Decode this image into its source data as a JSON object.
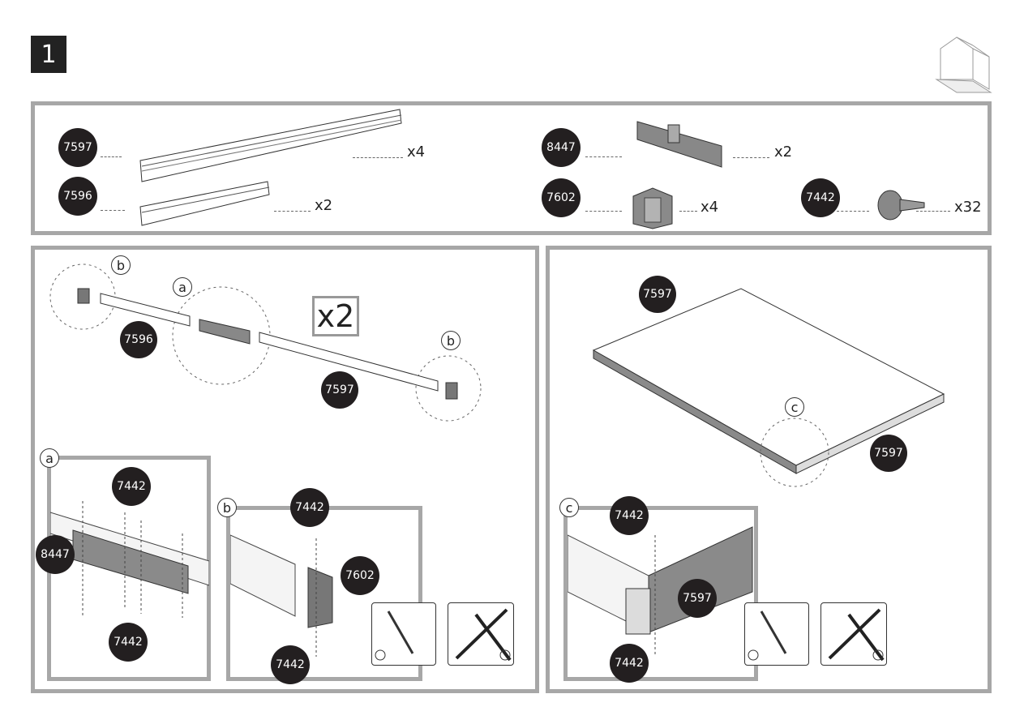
{
  "step_number": "1",
  "parts": [
    {
      "code": "7597",
      "qty": "x4"
    },
    {
      "code": "7596",
      "qty": "x2"
    },
    {
      "code": "8447",
      "qty": "x2"
    },
    {
      "code": "7602",
      "qty": "x4"
    },
    {
      "code": "7442",
      "qty": "x32"
    }
  ],
  "left": {
    "labels": {
      "a": "a",
      "b": "b"
    },
    "multiplier": "x2",
    "codes": {
      "p7596": "7596",
      "p7597": "7597"
    },
    "detail_a": {
      "tag": "a",
      "top": "7442",
      "side": "8447",
      "bottom": "7442"
    },
    "detail_b": {
      "tag": "b",
      "top": "7442",
      "side": "7602",
      "bottom": "7442"
    }
  },
  "right": {
    "codes": {
      "top": "7597",
      "bottom": "7597"
    },
    "label_c": "c",
    "detail_c": {
      "tag": "c",
      "top": "7442",
      "side": "7597",
      "bottom": "7442"
    }
  },
  "colors": {
    "panel_border": "#a7a7a7",
    "badge": "#231f20"
  }
}
